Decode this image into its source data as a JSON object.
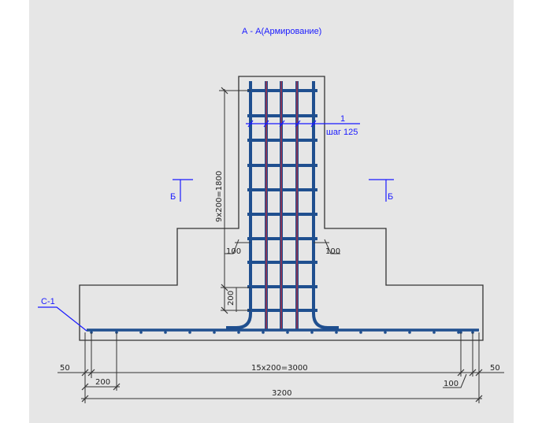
{
  "title": "А - А(Армирование)",
  "section_marks": {
    "left": "Б",
    "right": "Б"
  },
  "callouts": {
    "position": "1",
    "step": "шаг 125",
    "mesh": "С-1"
  },
  "dimensions": {
    "vertical_ties": "9x200=1800",
    "cover_left": "100",
    "cover_right": "100",
    "tie_spacing": "200",
    "edge_left": "50",
    "bottom_bars": "15x200=3000",
    "edge_right": "50",
    "first_bar": "200",
    "last_bar": "100",
    "total_width": "3200"
  },
  "colors": {
    "concrete": "#333333",
    "rebar": "#1f4f8f",
    "longitudinal": "#a0304a",
    "annotation": "#1a1aff",
    "background": "#e6e6e6"
  }
}
